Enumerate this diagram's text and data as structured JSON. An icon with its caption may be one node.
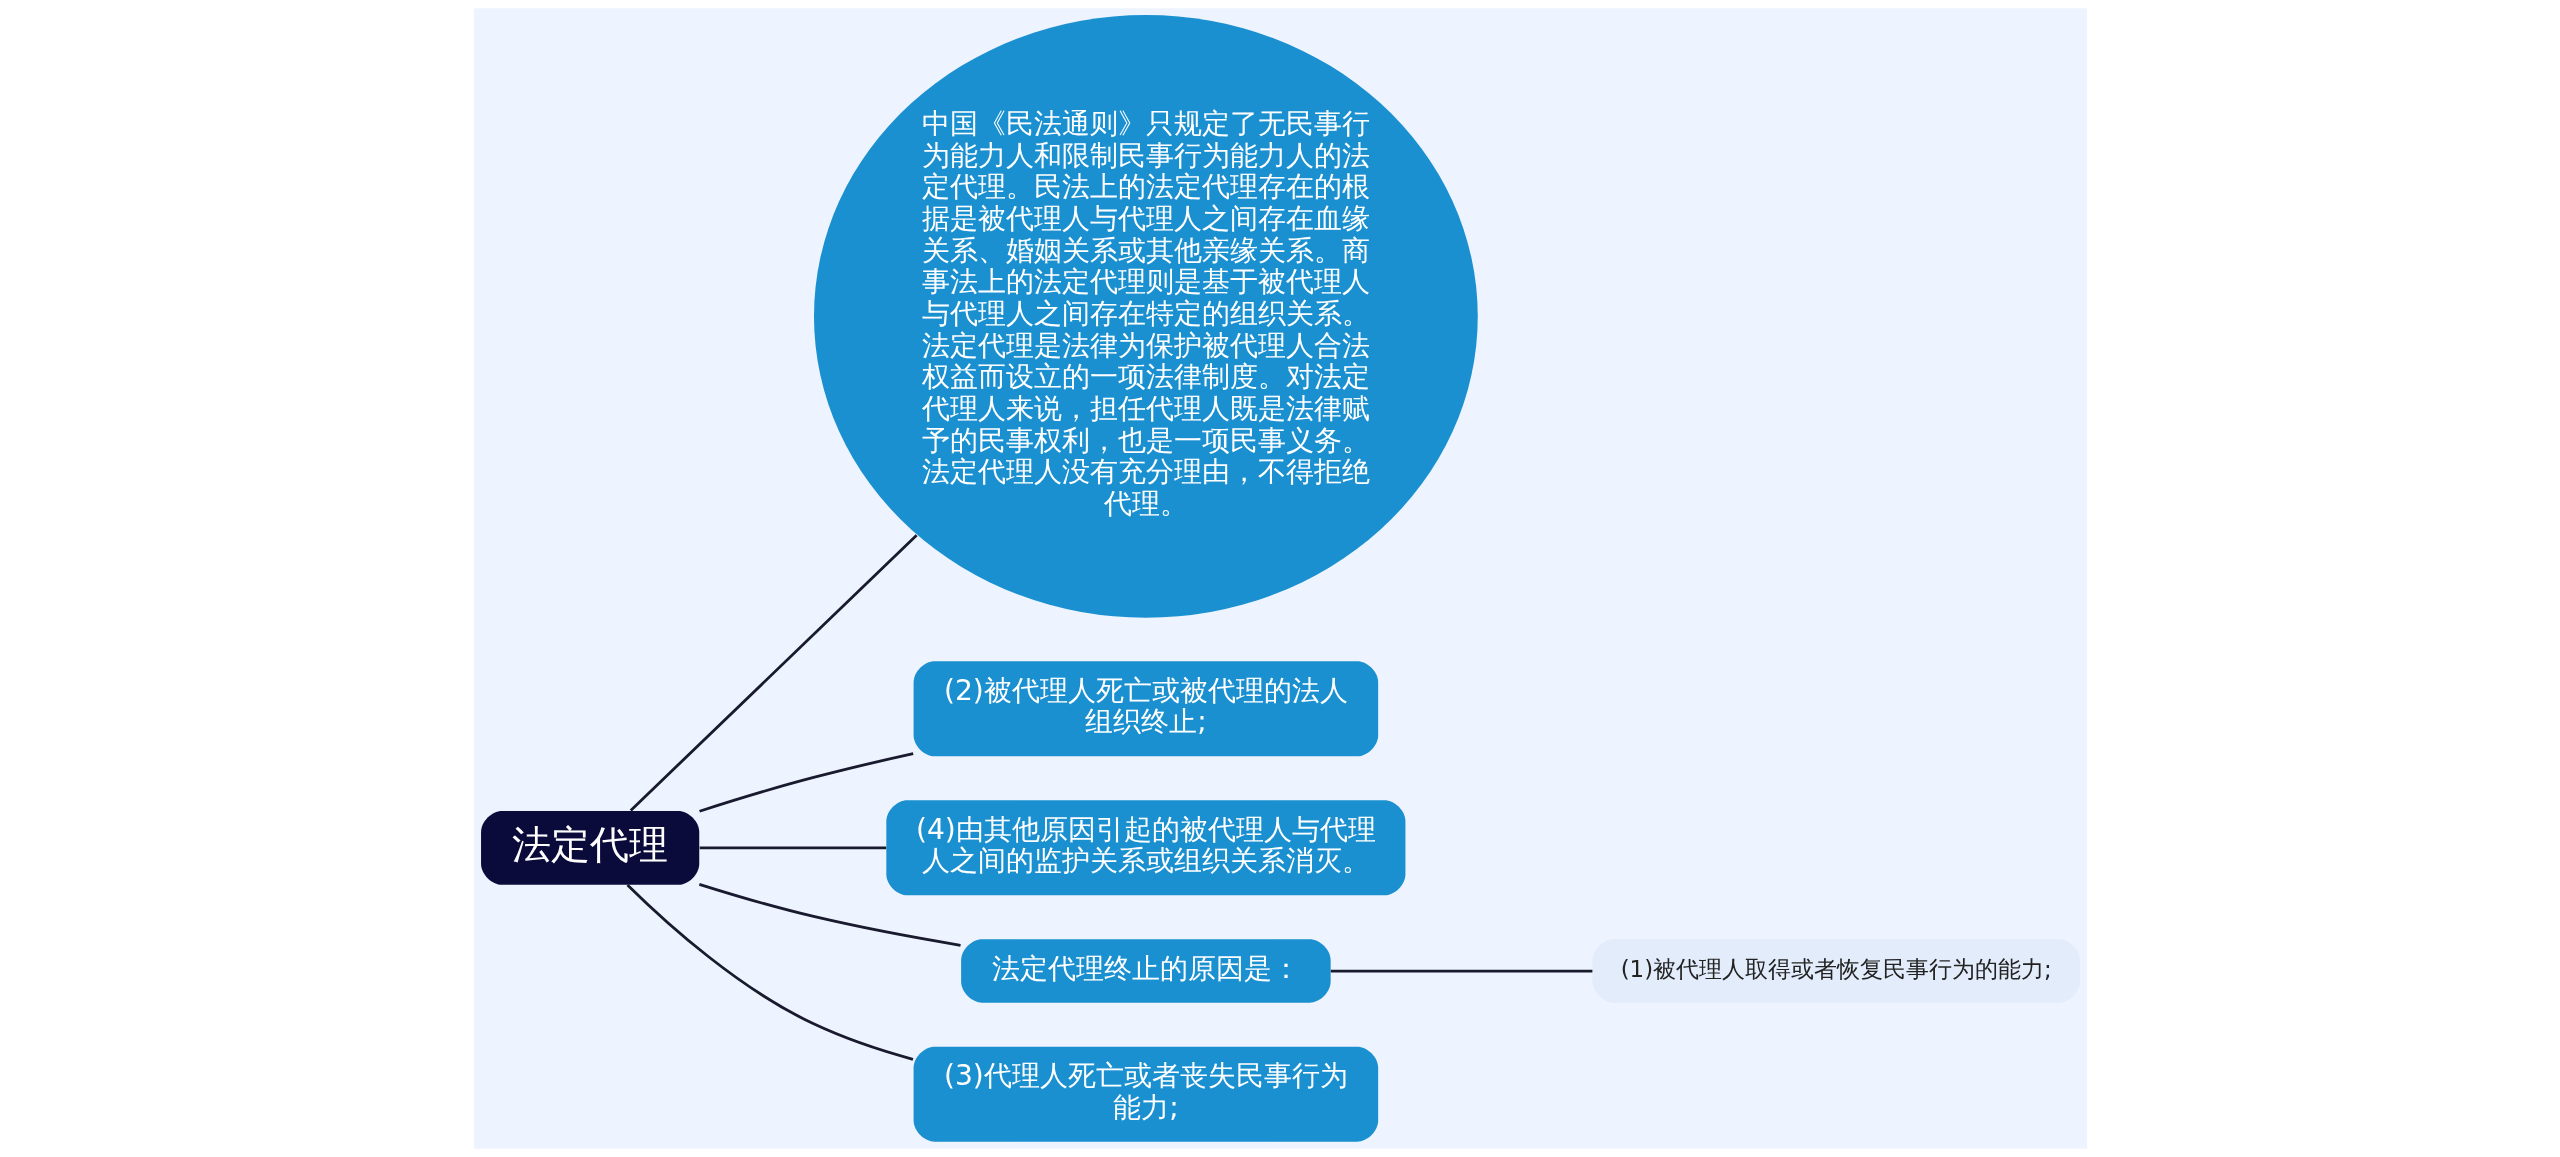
{
  "diagram": {
    "nodes": [
      {
        "text": [
          "法定代理"
        ]
      },
      {
        "text": [
          "中国《民法通则》只规定了无民事行为能力人和限制民事行为能力人的法定代理。民法上的法定代理存在的根据是被代理人与代理人之间存在血缘关系、婚姻关系或其他亲缘关系。商事法上的法定代理则是基于被代理人与代理人之间存在特定的组织关系。法定代理是法律为保护被代理人合法权益而设立的一项法律制度。对法定代理人来说，担任代理人既是法律赋予的民事权利，也是一项民事义务。法定代理人没有充分理由，不得拒绝代理。"
        ]
      },
      {
        "text": [
          "(2)被代理人死亡或被代理的法人组织终止;"
        ]
      },
      {
        "text": [
          "(4)由其他原因引起的被代理人与代理人之间的监护关系或组织关系消灭。"
        ]
      },
      {
        "text": [
          "法定代理终止的原因是："
        ]
      },
      {
        "text": [
          "(1)被代理人取得或者恢复民事行为的能力;"
        ]
      },
      {
        "text": [
          "(3)代理人死亡或者丧失民事行为能力;"
        ]
      }
    ],
    "edges": [
      {
        "from": 0,
        "to": 1,
        "arrow": "none"
      },
      {
        "from": 0,
        "to": 2,
        "arrow": "none"
      },
      {
        "from": 0,
        "to": 3,
        "arrow": "none"
      },
      {
        "from": 0,
        "to": 4,
        "arrow": "none"
      },
      {
        "from": 4,
        "to": 5,
        "arrow": "none"
      },
      {
        "from": 0,
        "to": 6,
        "arrow": "none"
      }
    ]
  }
}
